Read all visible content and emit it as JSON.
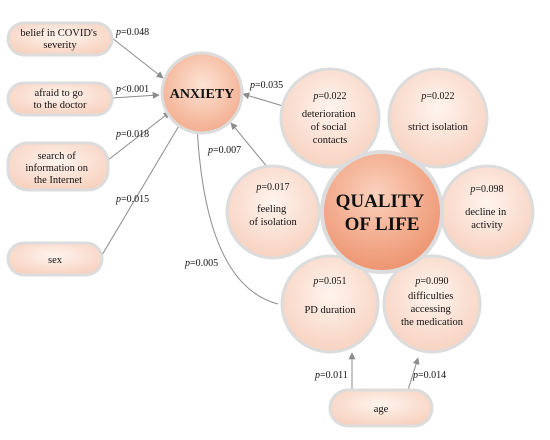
{
  "colors": {
    "fill_light": "#fbe5d9",
    "fill_mid": "#f3b89c",
    "fill_center": "#ef9f7c",
    "border": "#d9d9d9",
    "arrow": "#8c8c8c"
  },
  "anxiety": {
    "label": "ANXIETY"
  },
  "quality_of_life": {
    "line1": "QUALITY",
    "line2": "OF LIFE"
  },
  "factors": [
    {
      "id": "covid",
      "lines": [
        "belief in COVID's",
        "severity"
      ],
      "p": "0.048"
    },
    {
      "id": "doctor",
      "lines": [
        "afraid to go",
        "to the doctor"
      ],
      "p": "0.001",
      "op": "<"
    },
    {
      "id": "internet",
      "lines": [
        "search of",
        "information on",
        "the Internet"
      ],
      "p": "0.018"
    },
    {
      "id": "sex",
      "lines": [
        "sex"
      ],
      "p": "0.015"
    },
    {
      "id": "age",
      "lines": [
        "age"
      ]
    }
  ],
  "petals": [
    {
      "id": "social",
      "lines": [
        "deterioration",
        "of social",
        "contacts"
      ],
      "p": "0.022",
      "to_anxiety_p": "0.035"
    },
    {
      "id": "strict",
      "lines": [
        "strict isolation"
      ],
      "p": "0.022"
    },
    {
      "id": "isolation",
      "lines": [
        "feeling",
        "of isolation"
      ],
      "p": "0.017",
      "to_anxiety_p": "0.007"
    },
    {
      "id": "activity",
      "lines": [
        "decline in",
        "activity"
      ],
      "p": "0.098"
    },
    {
      "id": "pd",
      "lines": [
        "PD duration"
      ],
      "p": "0.051",
      "to_anxiety_p": "0.005",
      "from_age_p": "0.011"
    },
    {
      "id": "medication",
      "lines": [
        "difficulties",
        "accessing",
        "the medication"
      ],
      "p": "0.090",
      "from_age_p": "0.014"
    }
  ]
}
